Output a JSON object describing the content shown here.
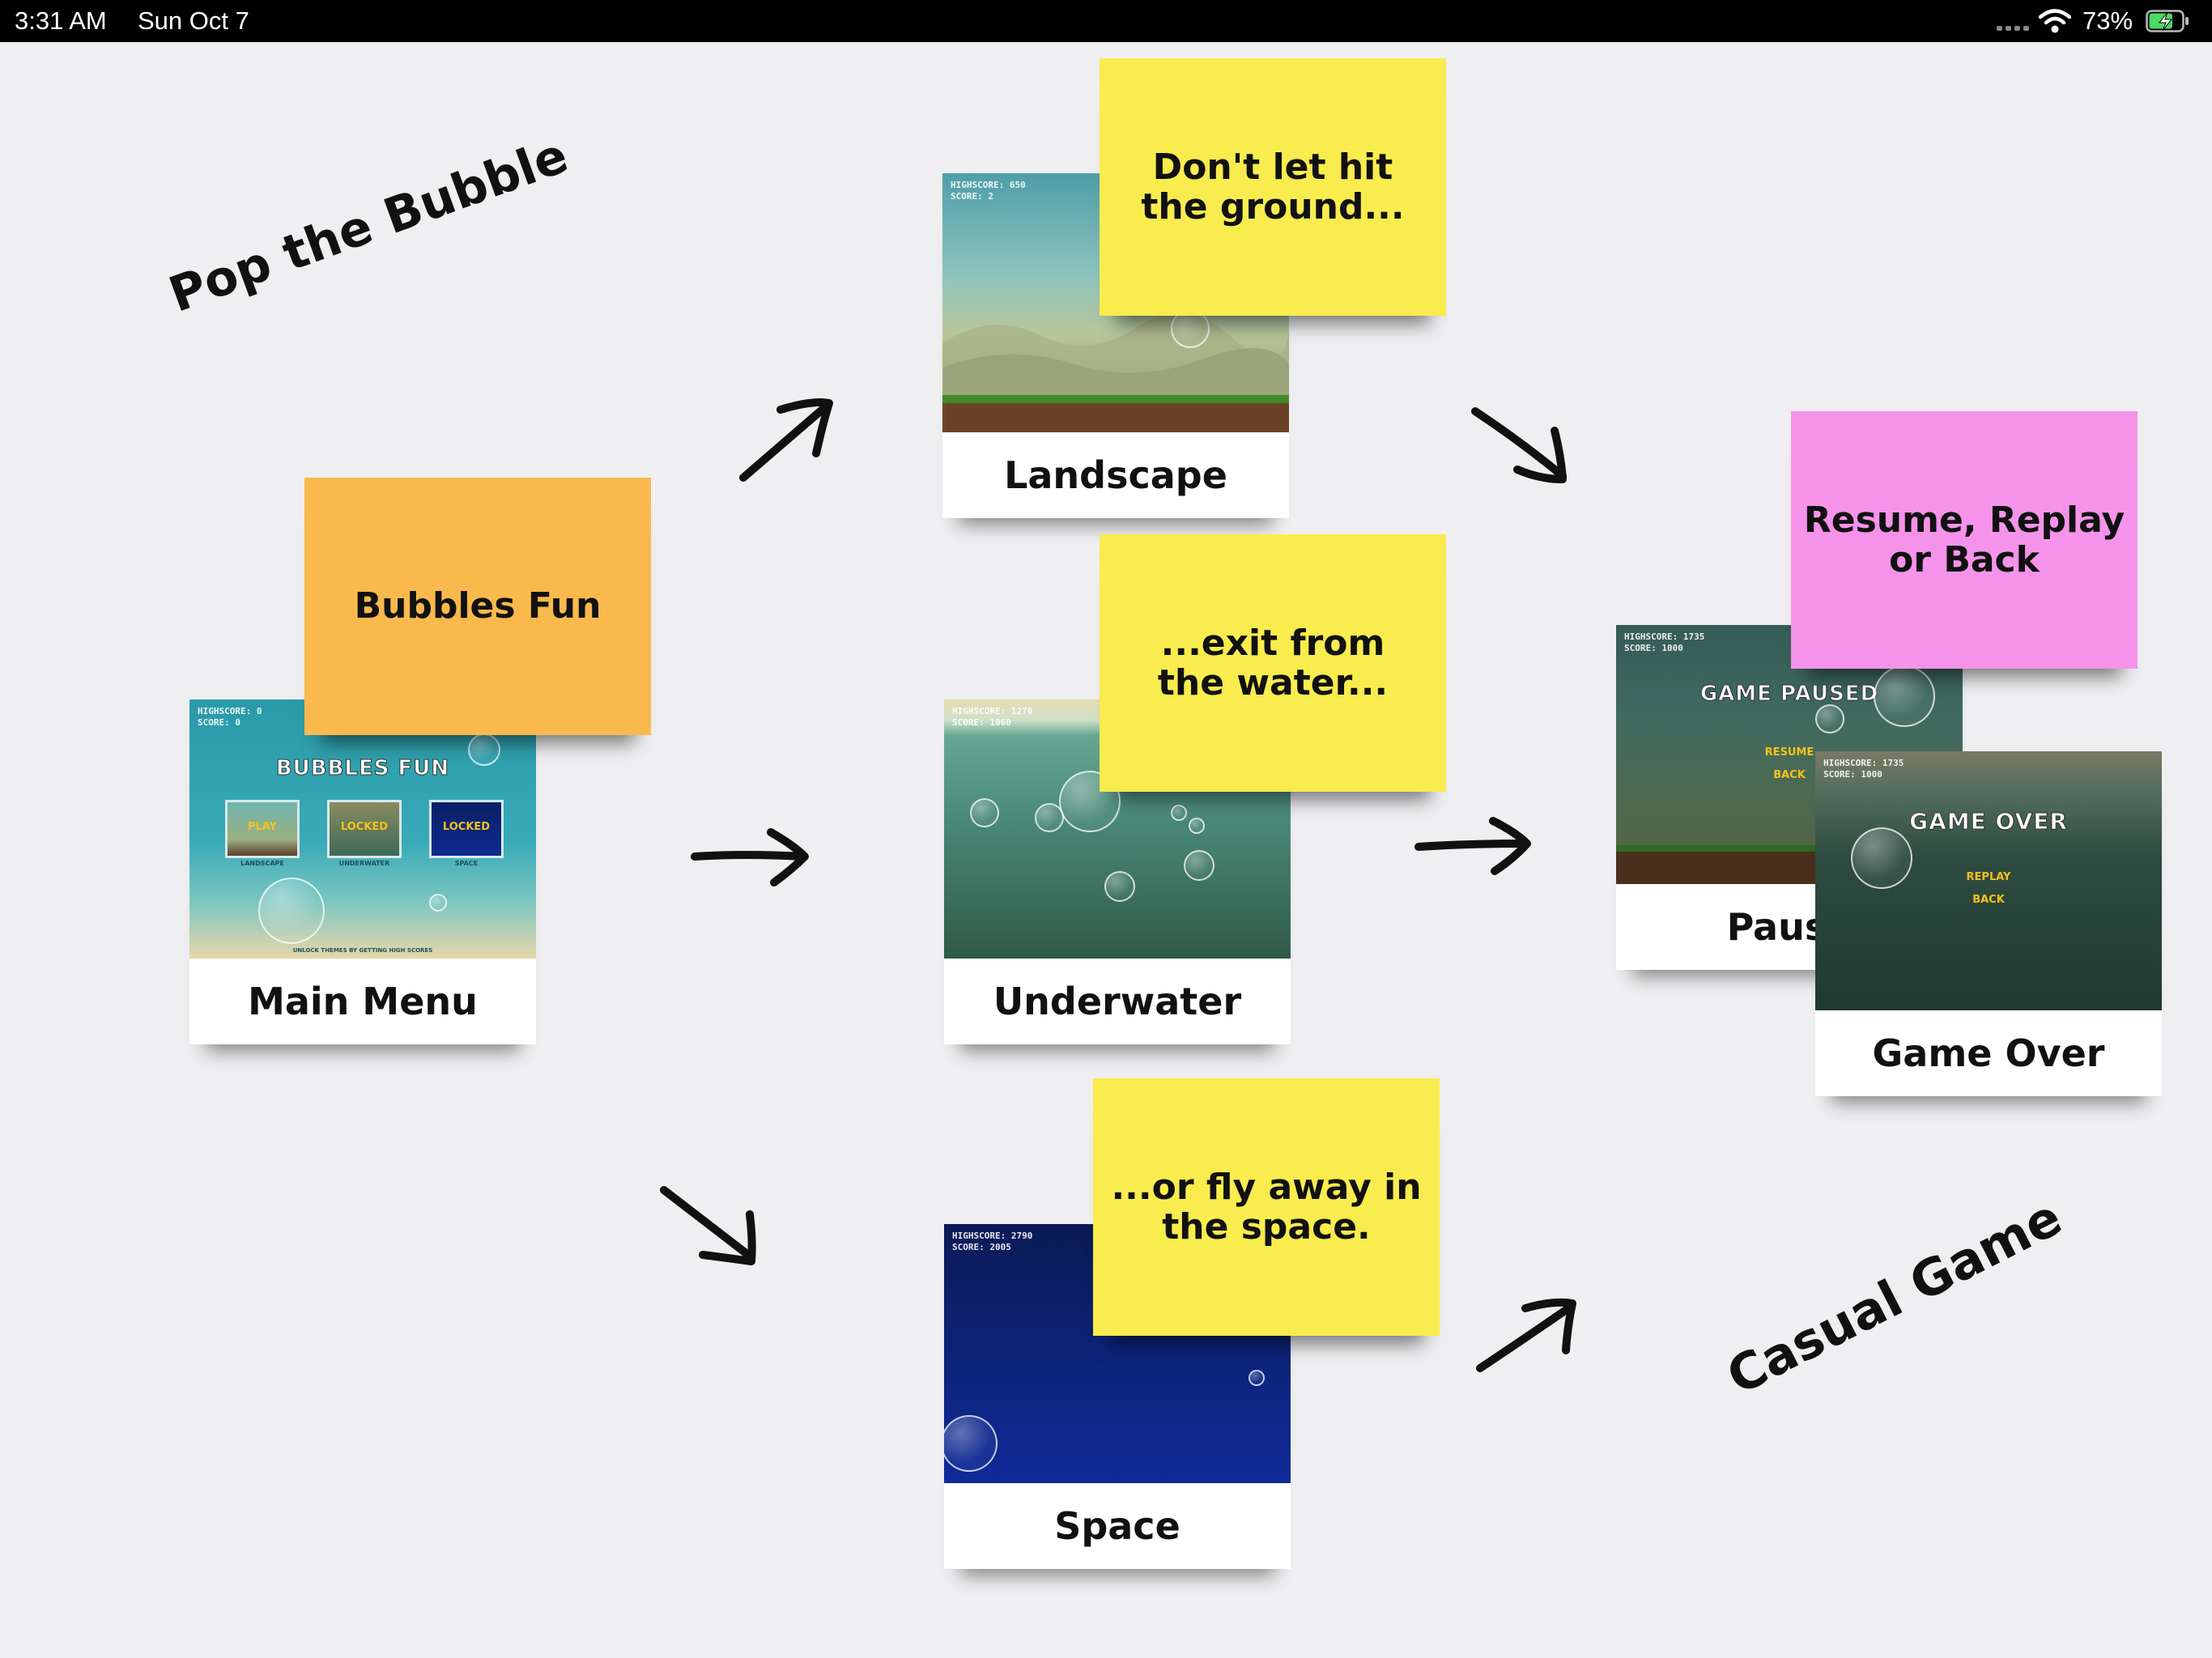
{
  "status_bar": {
    "time": "3:31 AM",
    "date": "Sun Oct 7",
    "battery_percent": "73%",
    "battery_level": 0.73,
    "charging": true
  },
  "board": {
    "title": "Pop the Bubble",
    "footer_note": "Casual Game"
  },
  "cards": {
    "main_menu": {
      "label": "Main Menu",
      "hud": [
        "HIGHSCORE: 0",
        "SCORE: 0"
      ],
      "game_title": "BUBBLES FUN",
      "buttons": [
        "PLAY",
        "LOCKED",
        "LOCKED"
      ],
      "button_captions": [
        "LANDSCAPE",
        "UNDERWATER",
        "SPACE"
      ],
      "hint": "UNLOCK THEMES BY GETTING HIGH SCORES"
    },
    "landscape": {
      "label": "Landscape",
      "hud": [
        "HIGHSCORE: 650",
        "SCORE: 2"
      ]
    },
    "underwater": {
      "label": "Underwater",
      "hud": [
        "HIGHSCORE: 1270",
        "SCORE: 1060"
      ]
    },
    "space": {
      "label": "Space",
      "hud": [
        "HIGHSCORE: 2790",
        "SCORE: 2005"
      ]
    },
    "pause": {
      "label": "Pause",
      "hud": [
        "HIGHSCORE: 1735",
        "SCORE: 1000"
      ],
      "screen_title": "GAME PAUSED",
      "options": [
        "RESUME",
        "BACK"
      ]
    },
    "game_over": {
      "label": "Game Over",
      "hud": [
        "HIGHSCORE: 1735",
        "SCORE: 1000"
      ],
      "screen_title": "GAME OVER",
      "options": [
        "REPLAY",
        "BACK"
      ]
    }
  },
  "notes": {
    "bubbles_fun": {
      "lines": [
        "Bubbles Fun"
      ],
      "color": "#f9b94c"
    },
    "ground": {
      "lines": [
        "Don't let hit",
        "the ground..."
      ],
      "color": "#f9ec4e"
    },
    "water": {
      "lines": [
        "...exit from",
        "the water..."
      ],
      "color": "#f9ec4e"
    },
    "space": {
      "lines": [
        "...or fly away in",
        "the space."
      ],
      "color": "#f9ec4e"
    },
    "resume": {
      "lines": [
        "Resume, Replay",
        "or Back"
      ],
      "color": "#f593ea"
    }
  },
  "colors": {
    "background": "#efeff1",
    "ink": "#111111"
  }
}
